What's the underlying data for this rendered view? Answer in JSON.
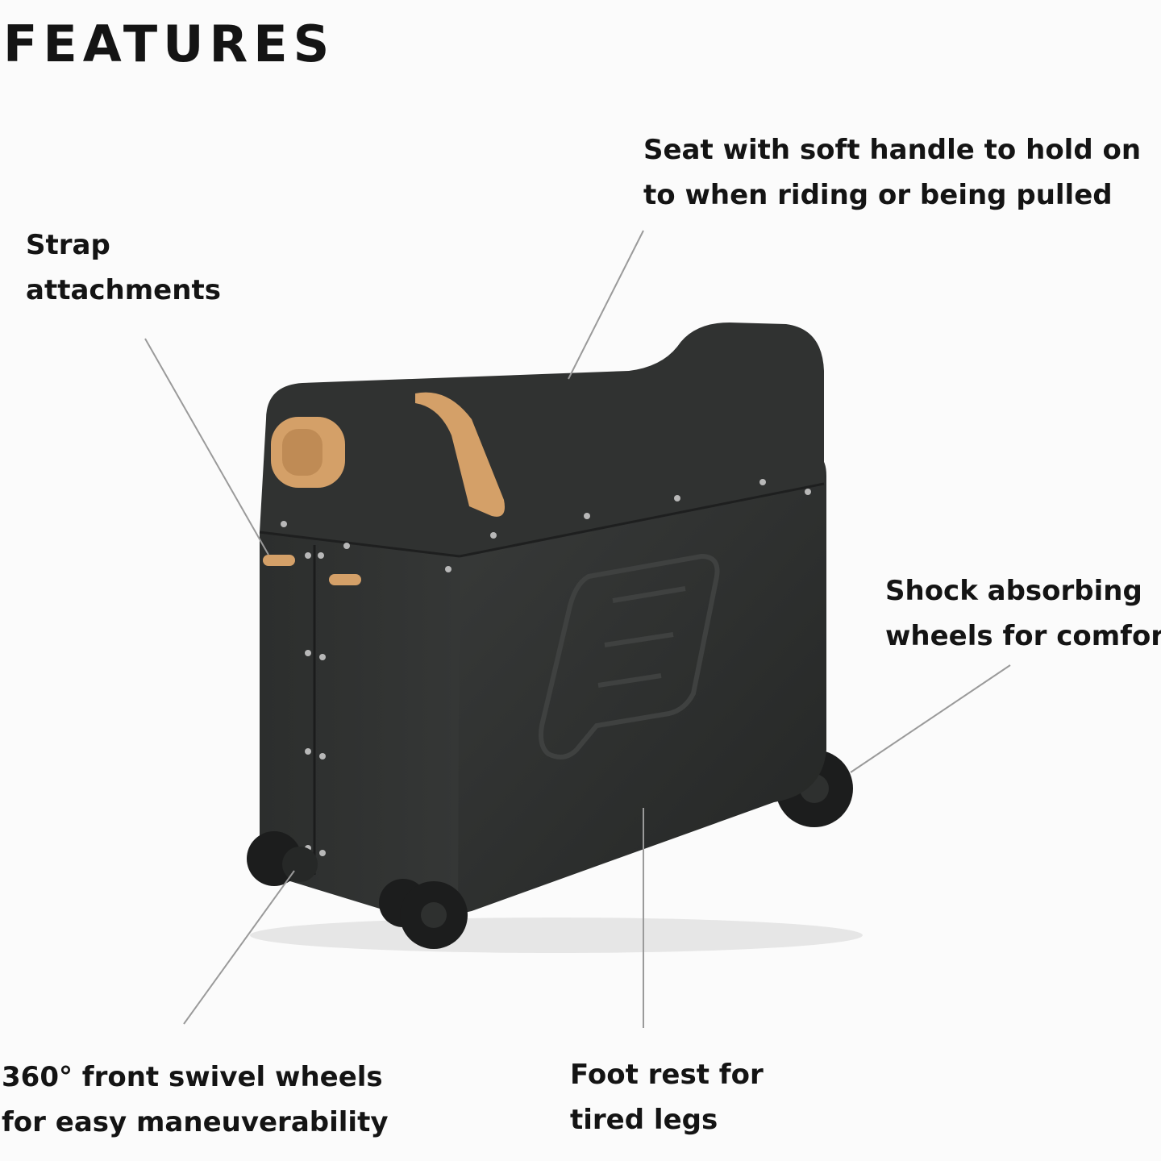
{
  "title": "FEATURES",
  "features": {
    "seat": {
      "line1": "Seat with soft handle to hold on",
      "line2": "to when riding or being pulled"
    },
    "strap": {
      "line1": "Strap",
      "line2": "attachments"
    },
    "shock": {
      "line1": "Shock absorbing",
      "line2": "wheels for comfort"
    },
    "swivel": {
      "line1": "360° front swivel wheels",
      "line2": "for easy maneuverability"
    },
    "footrest": {
      "line1": "Foot rest for",
      "line2": "tired legs"
    }
  },
  "colors": {
    "background": "#fbfbfb",
    "text": "#141414",
    "suitcase": "#2b2d2c",
    "accent": "#d4a068",
    "leader_line": "#9a9a9a"
  }
}
